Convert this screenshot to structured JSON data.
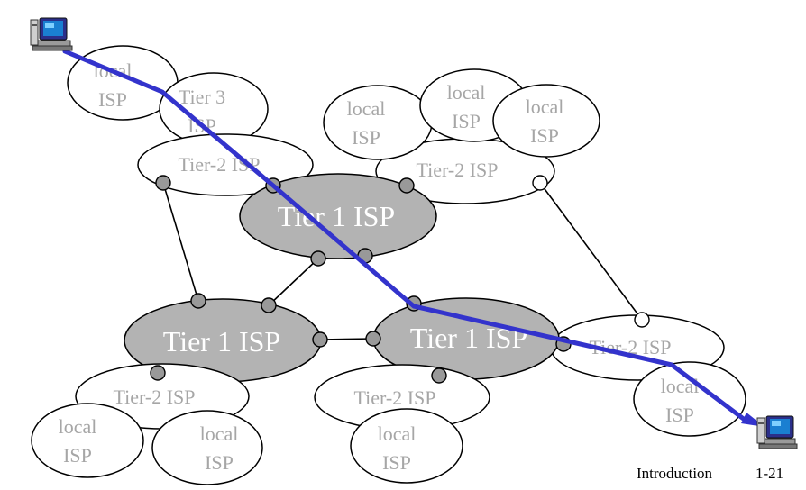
{
  "isp": {
    "local": [
      "local",
      "ISP"
    ],
    "tier3": [
      "Tier 3",
      "ISP"
    ],
    "tier2": "Tier-2 ISP",
    "tier1": "Tier 1 ISP"
  },
  "footer": {
    "title": "Introduction",
    "page": "1-21"
  },
  "icons": [
    "desktop-computer-icon",
    "desktop-computer-icon"
  ],
  "colors": {
    "path": "#3333cc",
    "tier1_fill": "#b3b3b3",
    "label_gray": "#a6a6a6",
    "connector_fill": "#999999"
  }
}
